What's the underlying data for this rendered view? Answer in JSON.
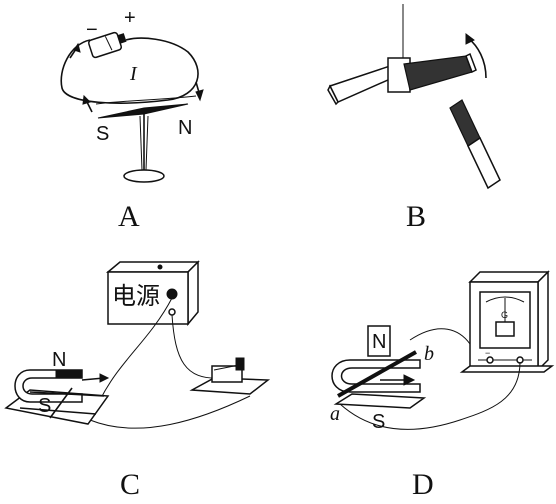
{
  "panels": {
    "a": {
      "label": "A",
      "battery_minus": "−",
      "battery_plus": "+",
      "current_symbol": "I",
      "pole_s": "S",
      "pole_n": "N"
    },
    "b": {
      "label": "B"
    },
    "c": {
      "label": "C",
      "power_supply": "电源",
      "pole_n": "N",
      "pole_s": "S"
    },
    "d": {
      "label": "D",
      "pole_n": "N",
      "pole_s": "S",
      "point_a": "a",
      "point_b": "b",
      "meter_symbol": "G",
      "meter_minus": "−"
    }
  }
}
